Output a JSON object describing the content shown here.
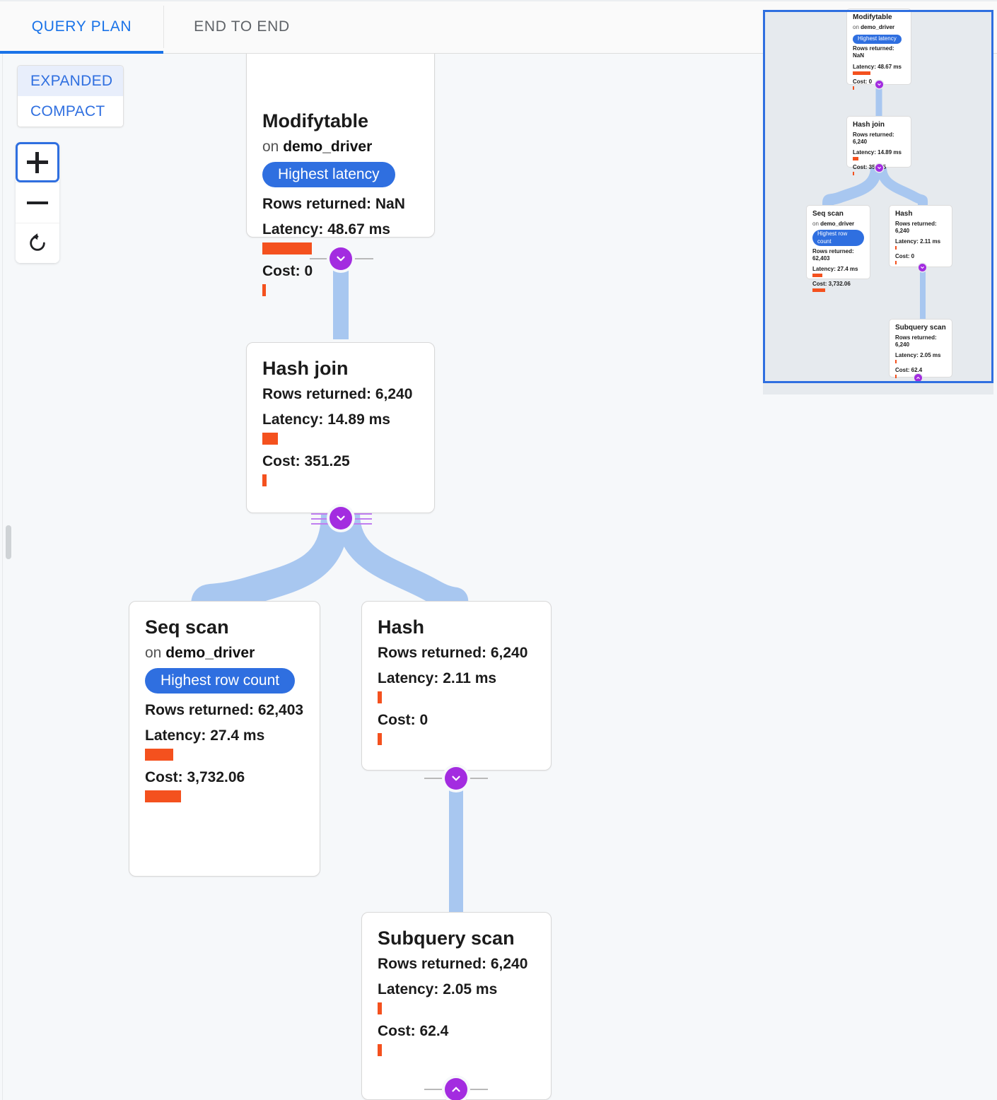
{
  "tabs": [
    {
      "label": "QUERY PLAN",
      "active": true
    },
    {
      "label": "END TO END",
      "active": false
    }
  ],
  "controls": {
    "mode_expanded": "EXPANDED",
    "mode_compact": "COMPACT",
    "zoom_in": "+",
    "zoom_out": "−",
    "reset": "reset-view"
  },
  "colors": {
    "accent_blue": "#2f6fe0",
    "tab_blue": "#1a73e8",
    "bar_orange": "#f4511e",
    "edge_blue": "#a8c7f0",
    "expander_purple": "#a32ce0",
    "canvas_bg": "#f6f8fa",
    "minimap_bg": "#e6eaee"
  },
  "labels": {
    "rows_prefix": "Rows returned: ",
    "latency_prefix": "Latency: ",
    "cost_prefix": "Cost: ",
    "on_prefix": "on "
  },
  "plan": {
    "nodes": [
      {
        "id": "modifytable",
        "title": "Modifytable",
        "relation": "demo_driver",
        "badge": "Highest latency",
        "rows": "Rows returned: NaN",
        "latency": "Latency: 48.67 ms",
        "latency_bar_pct": 100,
        "cost": "Cost: 0",
        "cost_bar_pct": 2
      },
      {
        "id": "hashjoin",
        "title": "Hash join",
        "relation": null,
        "badge": null,
        "rows": "Rows returned: 6,240",
        "latency": "Latency: 14.89 ms",
        "latency_bar_pct": 31,
        "cost": "Cost: 351.25",
        "cost_bar_pct": 3
      },
      {
        "id": "seqscan",
        "title": "Seq scan",
        "relation": "demo_driver",
        "badge": "Highest row count",
        "rows": "Rows returned: 62,403",
        "latency": "Latency: 27.4 ms",
        "latency_bar_pct": 56,
        "cost": "Cost: 3,732.06",
        "cost_bar_pct": 100
      },
      {
        "id": "hash",
        "title": "Hash",
        "relation": null,
        "badge": null,
        "rows": "Rows returned: 6,240",
        "latency": "Latency: 2.11 ms",
        "latency_bar_pct": 4,
        "cost": "Cost: 0",
        "cost_bar_pct": 2
      },
      {
        "id": "subqueryscan",
        "title": "Subquery scan",
        "relation": null,
        "badge": null,
        "rows": "Rows returned: 6,240",
        "latency": "Latency: 2.05 ms",
        "latency_bar_pct": 4,
        "cost": "Cost: 62.4",
        "cost_bar_pct": 2
      }
    ],
    "edges": [
      {
        "from": "modifytable",
        "to": "hashjoin"
      },
      {
        "from": "hashjoin",
        "to": "seqscan"
      },
      {
        "from": "hashjoin",
        "to": "hash"
      },
      {
        "from": "hash",
        "to": "subqueryscan"
      }
    ]
  }
}
